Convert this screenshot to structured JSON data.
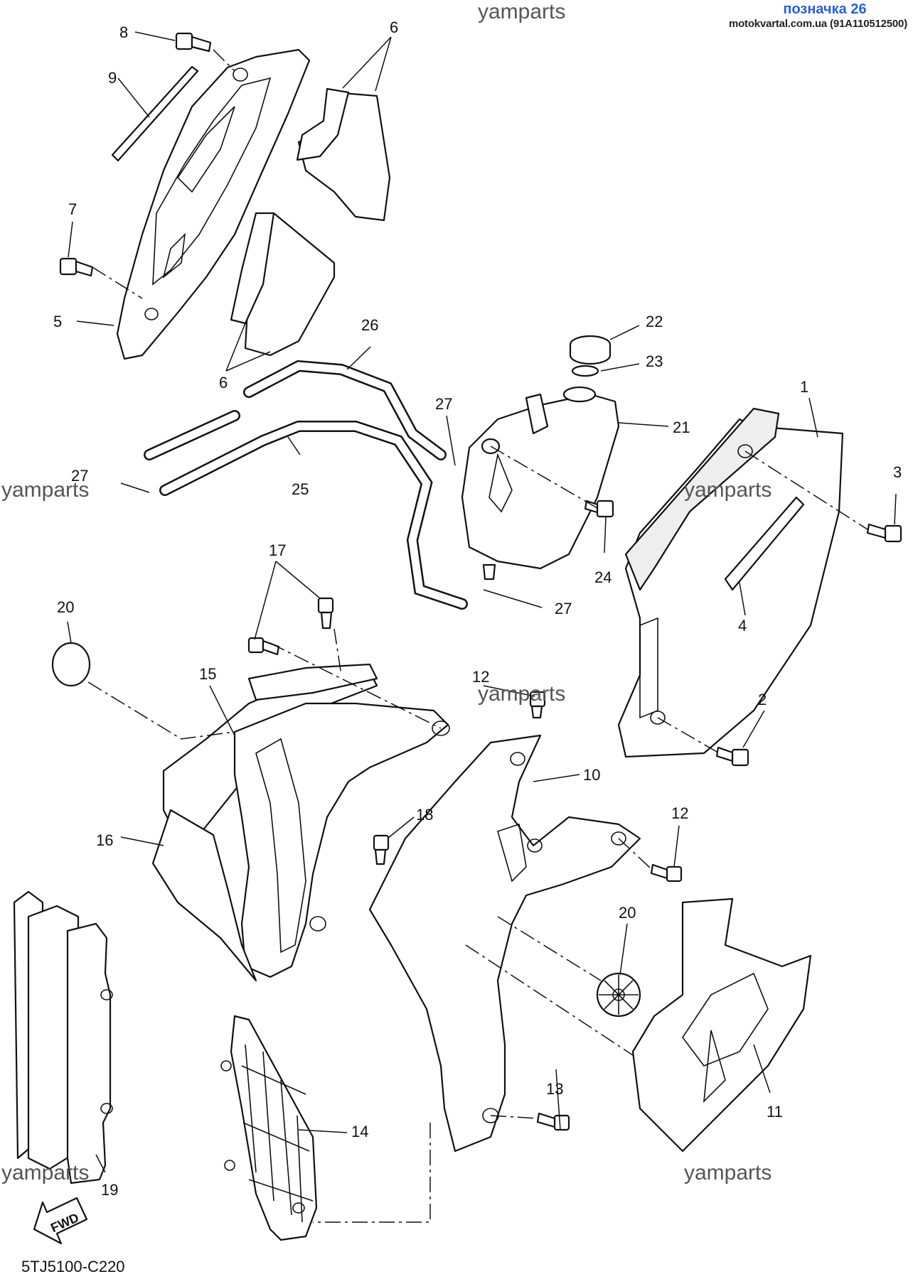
{
  "header": {
    "label": "позначка 26",
    "site": "motokvartal.com.ua (91A110512500)"
  },
  "watermarks": [
    "yamparts",
    "yamparts",
    "yamparts",
    "yamparts",
    "yamparts",
    "yamparts"
  ],
  "footer": {
    "diagram_code": "5TJ5100-C220",
    "fwd_label": "FWD"
  },
  "callouts": [
    "8",
    "9",
    "6",
    "7",
    "5",
    "6",
    "26",
    "22",
    "23",
    "27",
    "21",
    "1",
    "3",
    "27",
    "25",
    "24",
    "27",
    "4",
    "17",
    "20",
    "15",
    "12",
    "2",
    "10",
    "18",
    "12",
    "16",
    "20",
    "13",
    "11",
    "14",
    "19"
  ]
}
